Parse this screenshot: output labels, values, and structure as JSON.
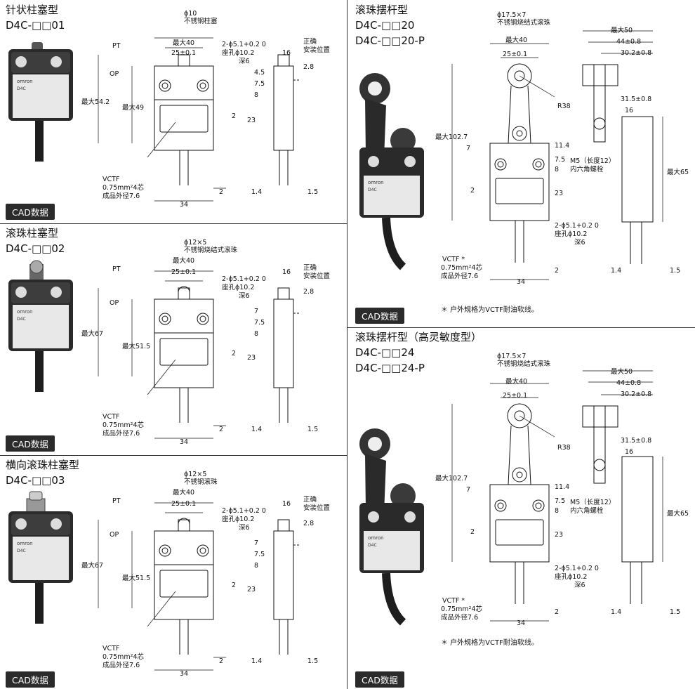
{
  "panels": [
    {
      "title": "针状柱塞型",
      "model": "D4C-□□01",
      "cad": "CAD数据",
      "labels": {
        "pt": "PT",
        "op": "OP",
        "max_h": "最大54.2",
        "max_body": "最大49",
        "top_note": "ϕ10",
        "top_note2": "不锈钢柱塞",
        "w_max": "最大40",
        "w_pitch": "25±0.1",
        "hole": "2-ϕ5.1+0.2 0",
        "hole2": "座孔ϕ10.2",
        "hole3": "深6",
        "side_w": "16",
        "pos1": "正确",
        "pos2": "安装位置",
        "d1": "2.8",
        "d2": "4.5",
        "d3": "7.5",
        "d4": "8",
        "d5": "2",
        "d6": "23",
        "cable1": "VCTF",
        "cable2": "0.75mm²4芯",
        "cable3": "成品外径7.6",
        "b1": "2",
        "b2": "34",
        "b3": "1.4",
        "b4": "1.5"
      }
    },
    {
      "title": "滚珠柱塞型",
      "model": "D4C-□□02",
      "cad": "CAD数据",
      "labels": {
        "pt": "PT",
        "op": "OP",
        "max_h": "最大67",
        "max_body": "最大51.5",
        "top_note": "ϕ12×5",
        "top_note2": "不锈钢烧结式滚珠",
        "w_max": "最大40",
        "w_pitch": "25±0.1",
        "hole": "2-ϕ5.1+0.2 0",
        "hole2": "座孔ϕ10.2",
        "hole3": "深6",
        "side_w": "16",
        "pos1": "正确",
        "pos2": "安装位置",
        "d1": "2.8",
        "d2": "7",
        "d3": "7.5",
        "d4": "8",
        "d5": "2",
        "d6": "23",
        "cable1": "VCTF",
        "cable2": "0.75mm²4芯",
        "cable3": "成品外径7.6",
        "b1": "2",
        "b2": "34",
        "b3": "1.4",
        "b4": "1.5"
      }
    },
    {
      "title": "横向滚珠柱塞型",
      "model": "D4C-□□03",
      "cad": "CAD数据",
      "labels": {
        "pt": "PT",
        "op": "OP",
        "max_h": "最大67",
        "max_body": "最大51.5",
        "top_note": "ϕ12×5",
        "top_note2": "不锈钢滚珠",
        "w_max": "最大40",
        "w_pitch": "25±0.1",
        "hole": "2-ϕ5.1+0.2 0",
        "hole2": "座孔ϕ10.2",
        "hole3": "深6",
        "side_w": "16",
        "pos1": "正确",
        "pos2": "安装位置",
        "d1": "2.8",
        "d2": "7",
        "d3": "7.5",
        "d4": "8",
        "d5": "2",
        "d6": "23",
        "cable1": "VCTF",
        "cable2": "0.75mm²4芯",
        "cable3": "成品外径7.6",
        "b1": "2",
        "b2": "34",
        "b3": "1.4",
        "b4": "1.5"
      }
    },
    {
      "title": "滚珠摆杆型",
      "model": "D4C-□□20",
      "model2": "D4C-□□20-P",
      "cad": "CAD数据",
      "labels": {
        "top_note": "ϕ17.5×7",
        "top_note2": "不锈钢烧结式滚珠",
        "w_max": "最大40",
        "w_pitch": "25±0.1",
        "r": "R38",
        "max_h": "最大102.7",
        "d7": "7",
        "d114": "11.4",
        "d75": "7.5",
        "d8": "8",
        "d2": "2",
        "d23": "23",
        "hole": "2-ϕ5.1+0.2 0",
        "hole2": "座孔ϕ10.2",
        "hole3": "深6",
        "cable1": "VCTF  *",
        "cable2": "0.75mm²4芯",
        "cable3": "成品外径7.6",
        "b1": "2",
        "b2": "34",
        "s50": "最大50",
        "s44": "44±0.8",
        "s30": "30.2±0.8",
        "s31": "31.5±0.8",
        "s16": "16",
        "m5": "M5（长度12）",
        "m5b": "内六角螺栓",
        "s65": "最大65",
        "b3": "1.4",
        "b4": "1.5"
      },
      "note": "＊ 户外规格为VCTF耐油软线。"
    },
    {
      "title": "滚珠摆杆型（高灵敏度型）",
      "model": "D4C-□□24",
      "model2": "D4C-□□24-P",
      "cad": "CAD数据",
      "labels": {
        "top_note": "ϕ17.5×7",
        "top_note2": "不锈钢烧结式滚珠",
        "w_max": "最大40",
        "w_pitch": "25±0.1",
        "r": "R38",
        "max_h": "最大102.7",
        "d7": "7",
        "d114": "11.4",
        "d75": "7.5",
        "d8": "8",
        "d2": "2",
        "d23": "23",
        "hole": "2-ϕ5.1+0.2 0",
        "hole2": "座孔ϕ10.2",
        "hole3": "深6",
        "cable1": "VCTF  *",
        "cable2": "0.75mm²4芯",
        "cable3": "成品外径7.6",
        "b1": "2",
        "b2": "34",
        "s50": "最大50",
        "s44": "44±0.8",
        "s30": "30.2±0.8",
        "s31": "31.5±0.8",
        "s16": "16",
        "m5": "M5（长度12）",
        "m5b": "内六角螺栓",
        "s65": "最大65",
        "b3": "1.4",
        "b4": "1.5"
      },
      "note": "＊ 户外规格为VCTF耐油软线。"
    }
  ],
  "device_text": {
    "brand": "omron",
    "model": "D4C"
  }
}
